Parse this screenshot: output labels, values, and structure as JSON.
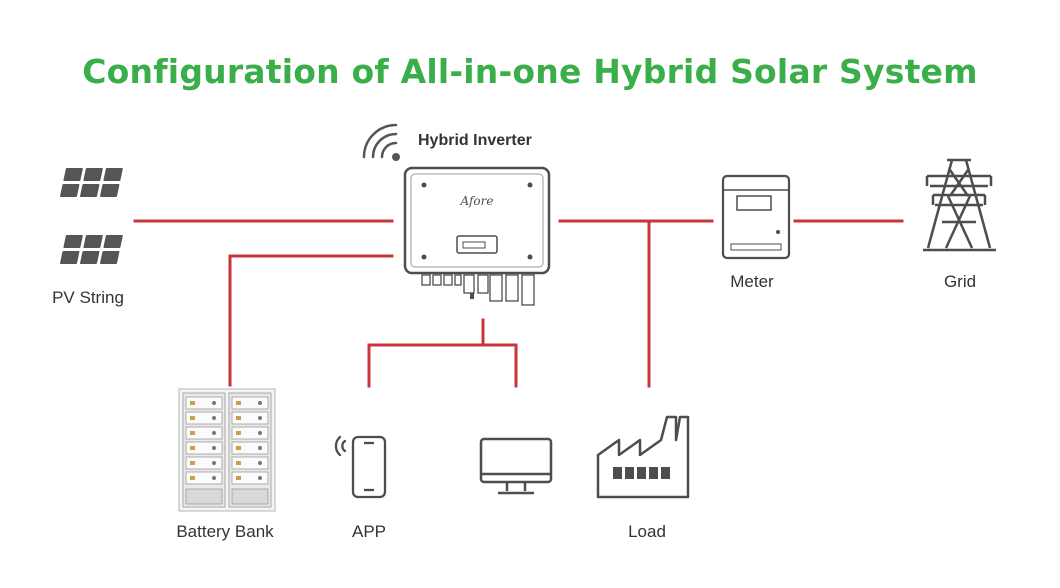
{
  "title": "Configuration of All-in-one Hybrid Solar System",
  "colors": {
    "title": "#3aae49",
    "line": "#c9343a",
    "icon": "#555555",
    "text": "#333333"
  },
  "labels": {
    "hybrid_inverter": "Hybrid Inverter",
    "pv_string": "PV String",
    "meter": "Meter",
    "grid": "Grid",
    "battery_bank": "Battery Bank",
    "app": "APP",
    "load": "Load"
  },
  "inverter_brand": "Afore",
  "icons": [
    "wifi-icon",
    "solar-panel-icon",
    "inverter-icon",
    "meter-icon",
    "transmission-tower-icon",
    "battery-rack-icon",
    "smartphone-icon",
    "monitor-icon",
    "factory-icon"
  ]
}
